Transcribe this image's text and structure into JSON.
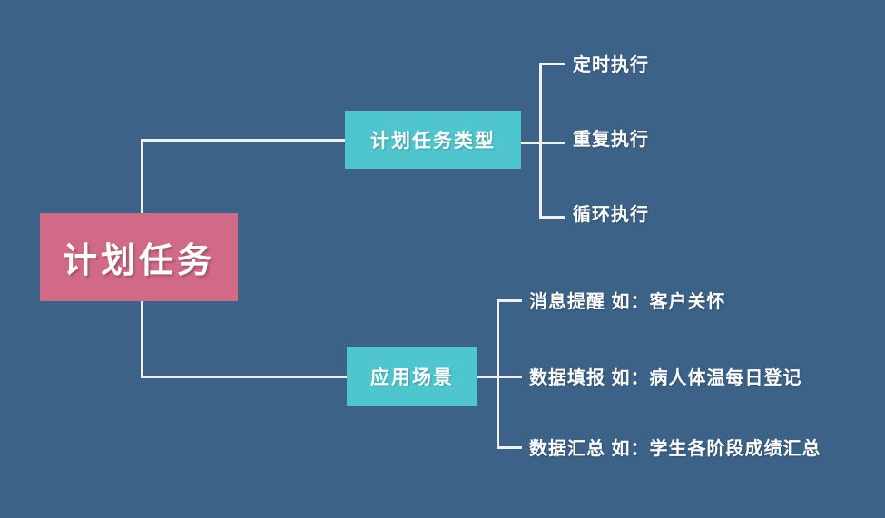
{
  "diagram": {
    "type": "mind-map",
    "title": "计划任务",
    "background_color": "#3D6287",
    "line_color": "#EDF1F5",
    "root": {
      "label": "计划任务",
      "color": "#D06A87"
    },
    "branches": [
      {
        "label": "计划任务类型",
        "color": "#4FC5CE",
        "leaves": [
          {
            "label": "定时执行"
          },
          {
            "label": "重复执行"
          },
          {
            "label": "循环执行"
          }
        ]
      },
      {
        "label": "应用场景",
        "color": "#4FC5CE",
        "leaves": [
          {
            "label": "消息提醒 如：客户关怀"
          },
          {
            "label": "数据填报 如：病人体温每日登记"
          },
          {
            "label": "数据汇总 如：学生各阶段成绩汇总"
          }
        ]
      }
    ]
  }
}
